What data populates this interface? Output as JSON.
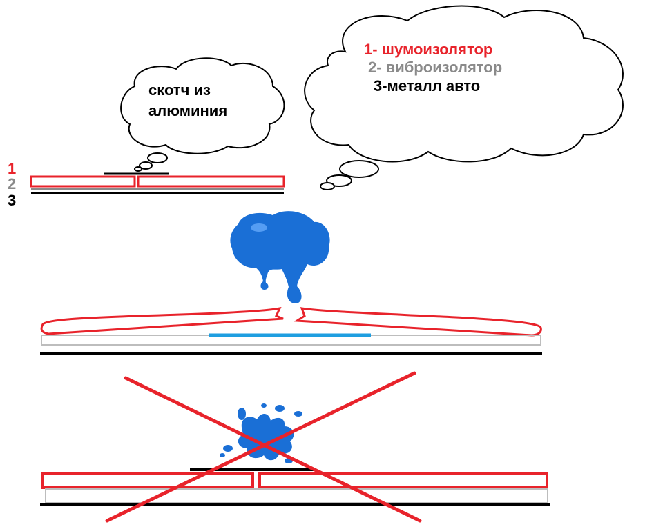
{
  "layer_numbers": [
    "1",
    "2",
    "3"
  ],
  "small_cloud": {
    "line1": "скотч из",
    "line2": "алюминия"
  },
  "legend": {
    "item1": "1- шумоизолятор",
    "item2": "2- виброизолятор",
    "item3": "3-металл авто"
  },
  "colors": {
    "noise_insulator": "#e8232b",
    "vibro_insulator": "#8a8a8a",
    "metal": "#000000",
    "water": "#1a6fd6",
    "trapped_water": "#1e9ee0"
  }
}
